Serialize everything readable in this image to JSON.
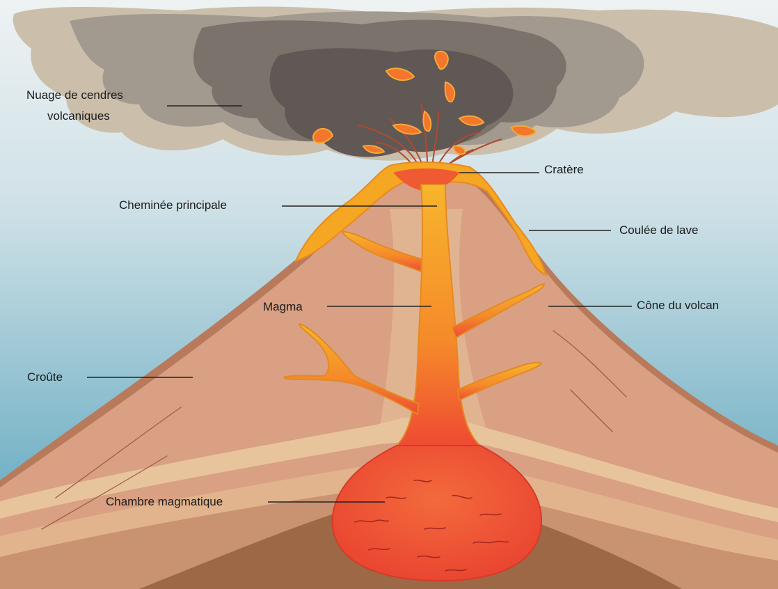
{
  "labels": {
    "ash_cloud_line1": "Nuage de cendres",
    "ash_cloud_line2": "volcaniques",
    "crater": "Cratère",
    "main_vent": "Cheminée principale",
    "lava_flow": "Coulée de lave",
    "magma": "Magma",
    "volcano_cone": "Cône du volcan",
    "crust": "Croûte",
    "magma_chamber": "Chambre magmatique"
  },
  "colors": {
    "sky_top": "#e6edf0",
    "sky_bottom": "#4f9fb8",
    "ash_dark": "#6a625d",
    "ash_mid": "#958c82",
    "ash_light": "#c7bba8",
    "crust": "#d9a083",
    "crust_edge": "#b97a5c",
    "layer_light": "#e8c49c",
    "layer_dark": "#9c6845",
    "lava_orange": "#f5a623",
    "lava_red": "#ef4a33",
    "chamber": "#ee4b35",
    "leader_line": "#222222"
  }
}
